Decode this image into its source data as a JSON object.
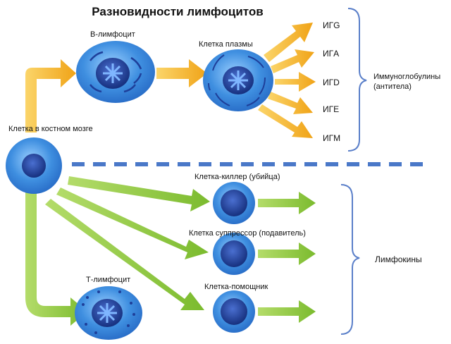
{
  "title": "Разновидности лимфоцитов",
  "labels": {
    "bone_marrow_cell": "Клетка в костном мозге",
    "b_lymphocyte": "В-лимфоцит",
    "plasma_cell": "Клетка плазмы",
    "t_lymphocyte": "Т-лимфоцит",
    "killer_cell": "Клетка-киллер (убийца)",
    "suppressor_cell": "Клетка суппрессор (подавитель)",
    "helper_cell": "Клетка-помощник"
  },
  "immunoglobulins": [
    "ИГG",
    "ИГA",
    "ИГD",
    "ИГE",
    "ИГM"
  ],
  "groups": {
    "antibodies_line1": "Иммуноглобулины",
    "antibodies_line2": "(антитела)",
    "lymphokines": "Лимфокины"
  },
  "colors": {
    "b_arrow": "#f2a81d",
    "t_arrow": "#8cc43c",
    "cell_fill": "#3f8fe0",
    "cell_nucleus": "#1e3f9a",
    "divider": "#4a78c8",
    "bracket": "#5a7fc9"
  },
  "icons": [
    "cell-icon",
    "nucleus-icon"
  ]
}
